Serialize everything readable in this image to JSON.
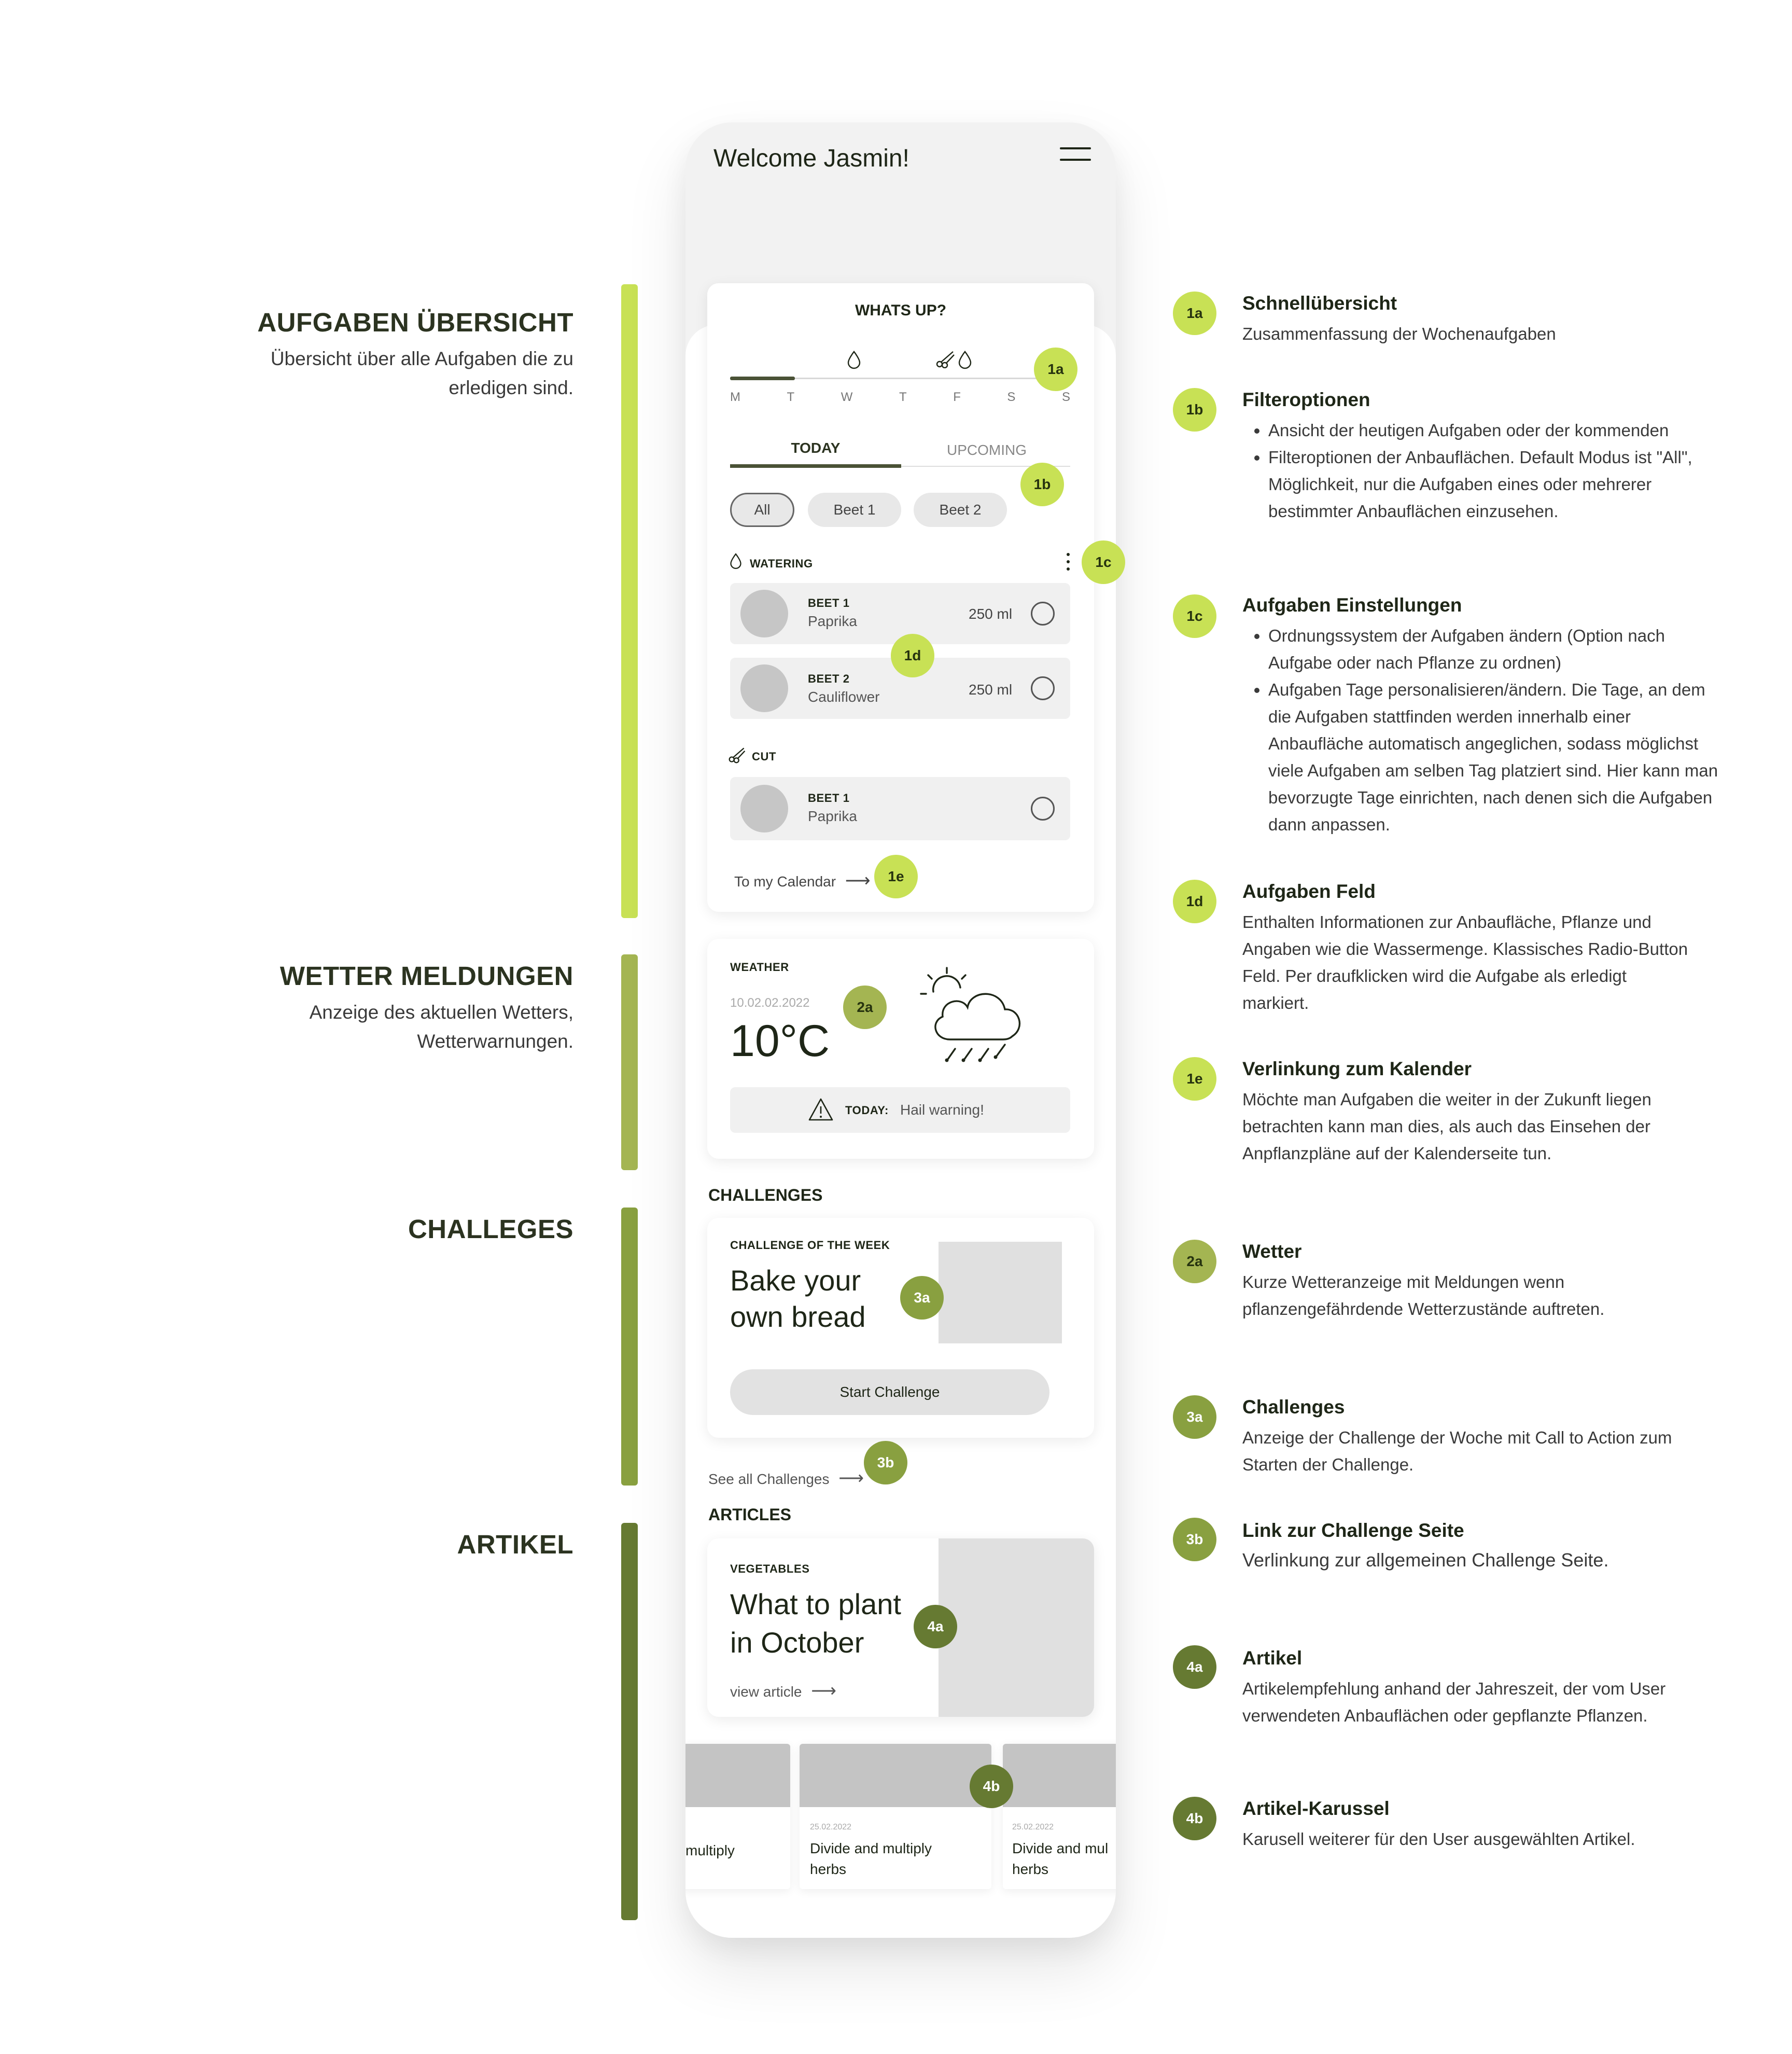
{
  "sections": [
    {
      "title": "AUFGABEN ÜBERSICHT",
      "desc": "Übersicht über alle Aufgaben die zu erledigen sind."
    },
    {
      "title": "WETTER MELDUNGEN",
      "desc": "Anzeige des aktuellen Wetters, Wetterwarnungen."
    },
    {
      "title": "CHALLEGES",
      "desc": ""
    },
    {
      "title": "ARTIKEL",
      "desc": ""
    }
  ],
  "colors": {
    "lime": "#c8e155",
    "olive_light": "#a4b552",
    "olive": "#89a040",
    "olive_dark": "#667a32"
  },
  "header": {
    "title": "Welcome Jasmin!",
    "menu_icon": "hamburger-icon"
  },
  "whatsup": {
    "title": "WHATS UP?",
    "days": [
      "M",
      "T",
      "W",
      "T",
      "F",
      "S",
      "S"
    ],
    "progress": 0.19,
    "tabs": [
      {
        "label": "TODAY",
        "active": true
      },
      {
        "label": "UPCOMING",
        "active": false
      }
    ],
    "filters": [
      {
        "label": "All",
        "active": true
      },
      {
        "label": "Beet 1",
        "active": false
      },
      {
        "label": "Beet 2",
        "active": false
      }
    ],
    "watering": {
      "label": "WATERING",
      "icon": "water-drop-icon"
    },
    "tasks_watering": [
      {
        "bed": "BEET 1",
        "plant": "Paprika",
        "amount": "250 ml"
      },
      {
        "bed": "BEET 2",
        "plant": "Cauliflower",
        "amount": "250 ml"
      }
    ],
    "cut": {
      "label": "CUT",
      "icon": "scissors-icon"
    },
    "tasks_cut": [
      {
        "bed": "BEET 1",
        "plant": "Paprika"
      }
    ],
    "calendar_link": "To my Calendar"
  },
  "weather": {
    "title": "WEATHER",
    "date": "10.02.02.2022",
    "temperature": "10°C",
    "icon": "hail-cloud-sun-icon",
    "warning_label": "TODAY:",
    "warning_text": "Hail warning!"
  },
  "challenges": {
    "heading": "CHALLENGES",
    "card_label": "CHALLENGE OF THE WEEK",
    "card_title_l1": "Bake your",
    "card_title_l2": "own bread",
    "button": "Start Challenge",
    "see_all": "See all Challenges"
  },
  "articles": {
    "heading": "ARTICLES",
    "label": "VEGETABLES",
    "title_l1": "What to plant",
    "title_l2": "in October",
    "link": "view article",
    "carousel": [
      {
        "date": "",
        "title_l1": "multiply",
        "title_l2": ""
      },
      {
        "date": "25.02.2022",
        "title_l1": "Divide and multiply",
        "title_l2": "herbs"
      },
      {
        "date": "25.02.2022",
        "title_l1": "Divide and mul",
        "title_l2": "herbs"
      }
    ]
  },
  "badges": {
    "a1a": "1a",
    "a1b": "1b",
    "a1c": "1c",
    "a1d": "1d",
    "a1e": "1e",
    "a2a": "2a",
    "a3a": "3a",
    "a3b": "3b",
    "a4a": "4a",
    "a4b": "4b"
  },
  "annotations": {
    "a1a": {
      "title": "Schnellübersicht",
      "text": "Zusammenfassung der Wochenaufgaben"
    },
    "a1b": {
      "title": "Filteroptionen",
      "items": [
        "Ansicht der heutigen Aufgaben oder der kommenden",
        "Filteroptionen der Anbauflächen. Default Modus ist \"All\", Möglichkeit, nur die Aufgaben eines oder mehrerer bestimmter Anbauflächen einzusehen."
      ]
    },
    "a1c": {
      "title": "Aufgaben Einstellungen",
      "items": [
        "Ordnungssystem der Aufgaben ändern (Option nach Aufgabe oder nach Pflanze zu ordnen)",
        "Aufgaben Tage personalisieren/ändern. Die Tage, an dem die Aufgaben stattfinden werden innerhalb einer Anbaufläche automatisch angeglichen, sodass möglichst viele Aufgaben am selben Tag platziert sind. Hier kann man bevorzugte Tage einrichten, nach denen sich die Aufgaben dann anpassen."
      ]
    },
    "a1d": {
      "title": "Aufgaben Feld",
      "text": "Enthalten Informationen zur Anbaufläche, Pflanze und Angaben wie die Wassermenge. Klassisches Radio-Button Feld. Per draufklicken wird die Aufgabe als erledigt markiert."
    },
    "a1e": {
      "title": "Verlinkung zum Kalender",
      "text": "Möchte man Aufgaben die weiter in der Zukunft liegen betrachten kann man dies, als auch das Einsehen der Anpflanzpläne auf der Kalenderseite tun."
    },
    "a2a": {
      "title": "Wetter",
      "text": "Kurze Wetteranzeige mit Meldungen wenn pflanzengefährdende Wetterzustände auftreten."
    },
    "a3a": {
      "title": "Challenges",
      "text": "Anzeige der Challenge der Woche mit Call to Action zum Starten der Challenge."
    },
    "a3b": {
      "title": "Link zur Challenge Seite",
      "text": "Verlinkung zur allgemeinen Challenge Seite."
    },
    "a4a": {
      "title": "Artikel",
      "text": "Artikelempfehlung anhand der Jahreszeit, der vom User verwendeten Anbauflächen oder gepflanzte Pflanzen."
    },
    "a4b": {
      "title": "Artikel-Karussel",
      "text": "Karusell weiterer für den User ausgewählten Artikel."
    }
  }
}
